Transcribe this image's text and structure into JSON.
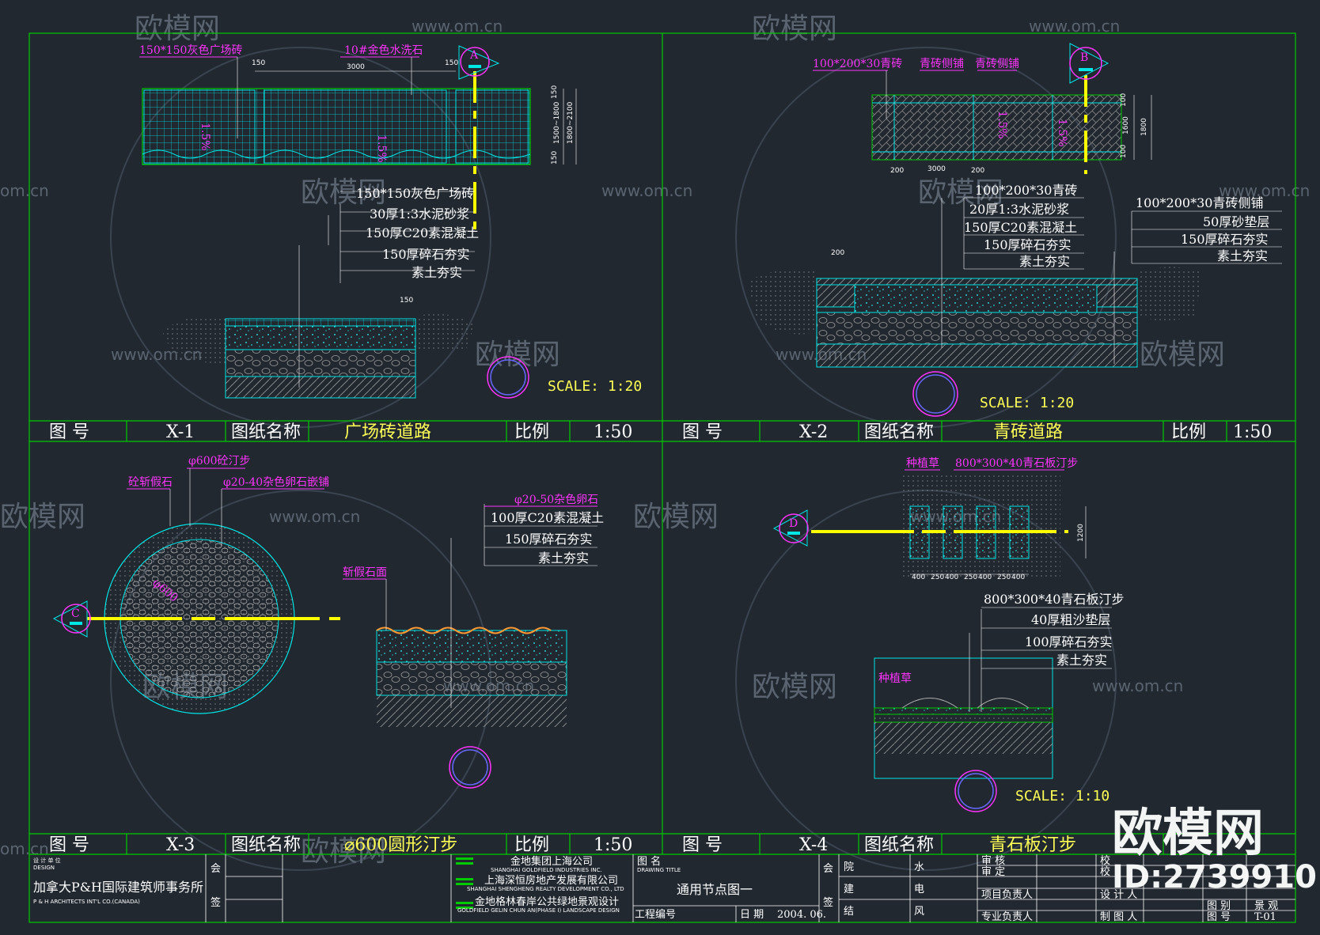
{
  "watermark": {
    "brand": "欧模网",
    "url": "www.om.cn",
    "url_short": "om.cn",
    "id": "ID:2739910"
  },
  "panels": {
    "x1": {
      "plan_labels": [
        "150*150灰色广场砖",
        "10#金色水洗石"
      ],
      "dims": [
        "150",
        "3000",
        "150",
        "150",
        "1500~1800",
        "1800~2100",
        "150"
      ],
      "slope": "1.5%",
      "section_layers": [
        "150*150灰色广场砖",
        "30厚1:3水泥砂浆",
        "150厚C20素混凝土",
        "150厚碎石夯实",
        "素土夯实"
      ],
      "section_dim": "150",
      "marker": "A",
      "scale": "SCALE: 1:20",
      "title": {
        "label_no": "图  号",
        "no": "X-1",
        "label_name": "图纸名称",
        "name": "广场砖道路",
        "label_ratio": "比例",
        "ratio": "1:50"
      }
    },
    "x2": {
      "plan_labels": [
        "100*200*30青砖",
        "青砖侧铺",
        "青砖侧铺"
      ],
      "dims": [
        "200",
        "3000",
        "200",
        "100",
        "1600",
        "100",
        "1800"
      ],
      "slope": "1.5%",
      "section_layers": [
        "100*200*30青砖",
        "20厚1:3水泥砂浆",
        "150厚C20素混凝土",
        "150厚碎石夯实",
        "素土夯实"
      ],
      "side_layers": [
        "100*200*30青砖侧铺",
        "50厚砂垫层",
        "150厚碎石夯实",
        "素土夯实"
      ],
      "section_dim": "200",
      "marker": "B",
      "scale": "SCALE: 1:20",
      "title": {
        "label_no": "图  号",
        "no": "X-2",
        "label_name": "图纸名称",
        "name": "青砖道路",
        "label_ratio": "比例",
        "ratio": "1:50"
      }
    },
    "x3": {
      "plan_labels": [
        "砼斩假石",
        "φ600砼汀步",
        "φ20-40杂色卵石嵌铺"
      ],
      "plan_note": "φ600",
      "section_layers": [
        "φ20-50杂色卵石",
        "100厚C20素混凝土",
        "150厚碎石夯实",
        "素土夯实"
      ],
      "section_note": "斩假石面",
      "marker": "C",
      "title": {
        "label_no": "图  号",
        "no": "X-3",
        "label_name": "图纸名称",
        "name": "⌀600圆形汀步",
        "label_ratio": "比例",
        "ratio": "1:50"
      }
    },
    "x4": {
      "plan_labels": [
        "种植草",
        "800*300*40青石板汀步"
      ],
      "dims": [
        "400",
        "250",
        "400",
        "250",
        "400",
        "250",
        "400",
        "1200"
      ],
      "section_layers": [
        "800*300*40青石板汀步",
        "40厚粗沙垫层",
        "100厚碎石夯实",
        "素土夯实"
      ],
      "section_note": "种植草",
      "marker": "D",
      "scale": "SCALE: 1:10",
      "title": {
        "label_no": "图  号",
        "no": "X-4",
        "label_name": "图纸名称",
        "name": "青石板汀步"
      }
    }
  },
  "titleblock": {
    "design_unit": "设 计 单 位",
    "design_unit_en": "DESIGN",
    "firm": "加拿大P&H国际建筑师事务所",
    "firm_en": "P & H ARCHITECTS INT'L CO.(CANADA)",
    "hui": "会",
    "qian": "签",
    "clients": [
      "金地集团上海公司",
      "SHANGHAI GOLDFIELD INDUSTRIES INC.",
      "上海深恒房地产发展有限公司",
      "SHANGHAI SHENGHENG REALTY DEVELOPMENT CO., LTD",
      "金地格林春岸公共绿地景观设计",
      "GOLDFIELD GELIN CHUN AN(PHASE I) LANDSCAPE DESIGN"
    ],
    "drawing_title_label": "图  名",
    "drawing_title_en": "DRAWING TITLE",
    "drawing_title": "通用节点图一",
    "project_no": "工程编号",
    "date_label": "日  期",
    "date": "2004. 06.",
    "sign_col1": [
      "院",
      "建",
      "结"
    ],
    "sign_col2": [
      "水",
      "电",
      "风"
    ],
    "roles": [
      "审  核",
      "审  定",
      "项目负责人",
      "专业负责人"
    ],
    "roles2": [
      "校",
      "校",
      "设 计 人",
      "制 图 人"
    ],
    "right_col": [
      "",
      "",
      "",
      "图  别",
      "图  号"
    ],
    "right_vals": [
      "",
      "",
      "",
      "景 观",
      "T-01"
    ]
  }
}
